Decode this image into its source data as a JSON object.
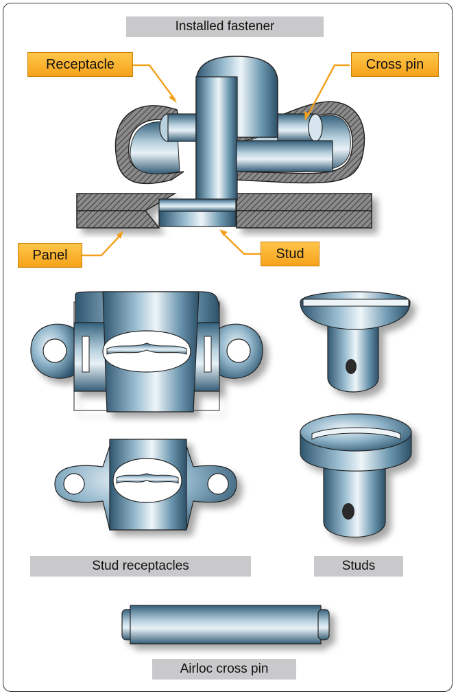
{
  "captions": {
    "installed": "Installed fastener",
    "receptacles": "Stud receptacles",
    "studs": "Studs",
    "cross_pin": "Airloc cross pin"
  },
  "callouts": {
    "receptacle": "Receptacle",
    "cross_pin": "Cross pin",
    "panel": "Panel",
    "stud": "Stud"
  },
  "colors": {
    "metal_dark": "#3e6a86",
    "metal_light": "#dfeaf1",
    "callout": "#f6a21a",
    "caption_bg": "#c9c9cb"
  }
}
